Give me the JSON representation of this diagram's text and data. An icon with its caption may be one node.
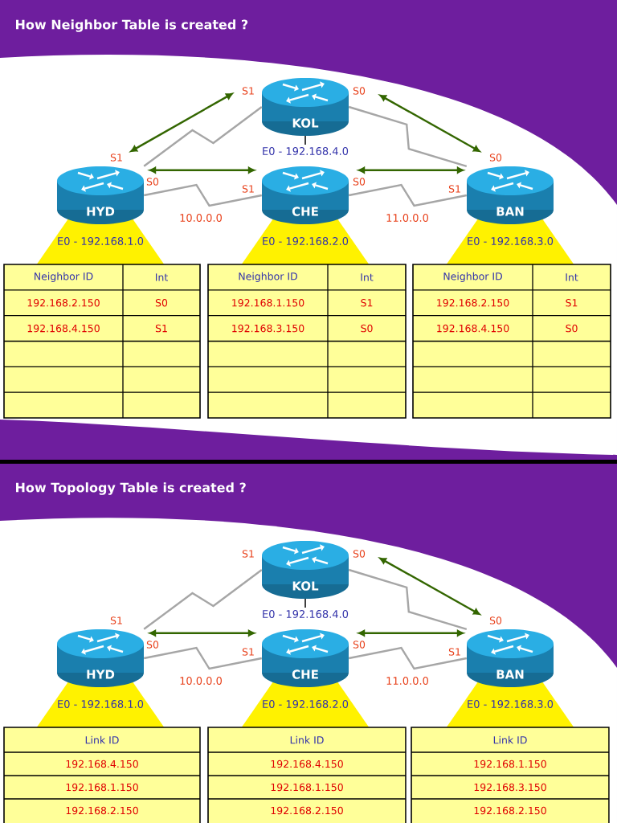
{
  "diagram": {
    "title": "How Neighbor Table is created ?",
    "nodes": [
      {
        "text": [
          "KOL"
        ],
        "beside": [
          "E0 - 192.168.4.0"
        ]
      },
      {
        "text": [
          "HYD"
        ],
        "beside": [
          "E0 - 192.168.1.0"
        ]
      },
      {
        "text": [
          "CHE"
        ],
        "beside": [
          "E0 - 192.168.2.0"
        ]
      },
      {
        "text": [
          "BAN"
        ],
        "beside": [
          "E0 - 192.168.3.0"
        ]
      },
      {
        "text": [
          "KOL"
        ],
        "beside": [
          "E0 - 192.168.4.0"
        ]
      },
      {
        "text": [
          "HYD"
        ],
        "beside": [
          "E0 - 192.168.1.0"
        ]
      },
      {
        "text": [
          "CHE"
        ],
        "beside": [
          "E0 - 192.168.2.0"
        ]
      },
      {
        "text": [
          "BAN"
        ],
        "beside": [
          "E0 - 192.168.3.0"
        ]
      }
    ],
    "edges": [
      {
        "from": 1,
        "to": 0,
        "arrow": "none"
      },
      {
        "from": 0,
        "to": 3,
        "arrow": "none"
      },
      {
        "from": 1,
        "to": 2,
        "arrow": "none",
        "label": "10.0.0.0"
      },
      {
        "from": 2,
        "to": 3,
        "arrow": "none",
        "label": "11.0.0.0"
      },
      {
        "from": 1,
        "to": 0,
        "arrow": "both",
        "color": "#336600"
      },
      {
        "from": 0,
        "to": 3,
        "arrow": "both",
        "color": "#336600"
      },
      {
        "from": 1,
        "to": 2,
        "arrow": "both",
        "color": "#336600"
      },
      {
        "from": 2,
        "to": 3,
        "arrow": "both",
        "color": "#336600"
      },
      {
        "from": 5,
        "to": 4,
        "arrow": "none"
      },
      {
        "from": 4,
        "to": 7,
        "arrow": "none"
      },
      {
        "from": 5,
        "to": 6,
        "arrow": "none",
        "label": "10.0.0.0"
      },
      {
        "from": 6,
        "to": 7,
        "arrow": "none",
        "label": "11.0.0.0"
      },
      {
        "from": 4,
        "to": 7,
        "arrow": "both",
        "color": "#336600"
      },
      {
        "from": 5,
        "to": 6,
        "arrow": "both",
        "color": "#336600"
      },
      {
        "from": 6,
        "to": 7,
        "arrow": "both",
        "color": "#336600"
      }
    ],
    "labels": [
      "S1",
      "S0",
      "S1",
      "S0",
      "S0",
      "S0",
      "S1",
      "S1",
      "Neighbor ID",
      "Int",
      "192.168.2.150",
      "S0",
      "192.168.4.150",
      "S1",
      "Neighbor ID",
      "Int",
      "192.168.1.150",
      "S1",
      "192.168.3.150",
      "S0",
      "Neighbor ID",
      "Int",
      "192.168.2.150",
      "S1",
      "192.168.4.150",
      "S0",
      "How Topology Table is created ?",
      "S1",
      "S0",
      "S1",
      "S0",
      "S0",
      "S0",
      "S1",
      "S1",
      "Link ID",
      "192.168.4.150",
      "192.168.1.150",
      "192.168.2.150",
      "Link ID",
      "192.168.4.150",
      "192.168.1.150",
      "192.168.2.150",
      "Link ID",
      "192.168.1.150",
      "192.168.3.150",
      "192.168.2.150"
    ]
  }
}
